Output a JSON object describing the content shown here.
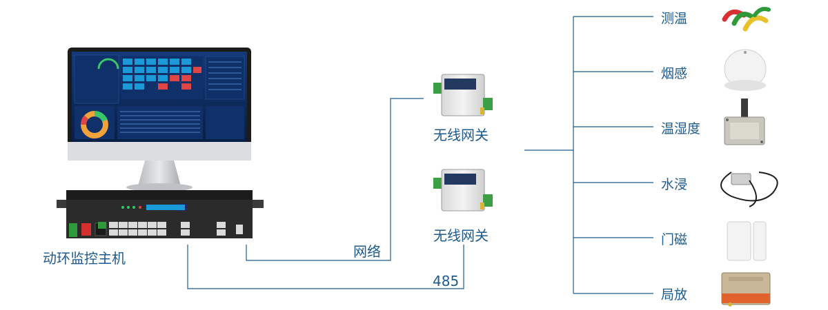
{
  "host": {
    "label": "动环监控主机"
  },
  "gateways": [
    {
      "label": "无线网关"
    },
    {
      "label": "无线网关"
    }
  ],
  "links": {
    "network": "网络",
    "rs485": "485"
  },
  "sensors": [
    {
      "label": "测温",
      "icon": "temperature-clips-icon"
    },
    {
      "label": "烟感",
      "icon": "smoke-detector-icon"
    },
    {
      "label": "温湿度",
      "icon": "temp-humidity-sensor-icon"
    },
    {
      "label": "水浸",
      "icon": "water-leak-sensor-icon"
    },
    {
      "label": "门磁",
      "icon": "door-contact-icon"
    },
    {
      "label": "局放",
      "icon": "partial-discharge-sensor-icon"
    }
  ],
  "colors": {
    "line": "#1f5a8c",
    "text": "#1f5a8c",
    "screen": "#0c2a5a",
    "device": "#2a2a2a",
    "gateway_green": "#3aa043"
  }
}
